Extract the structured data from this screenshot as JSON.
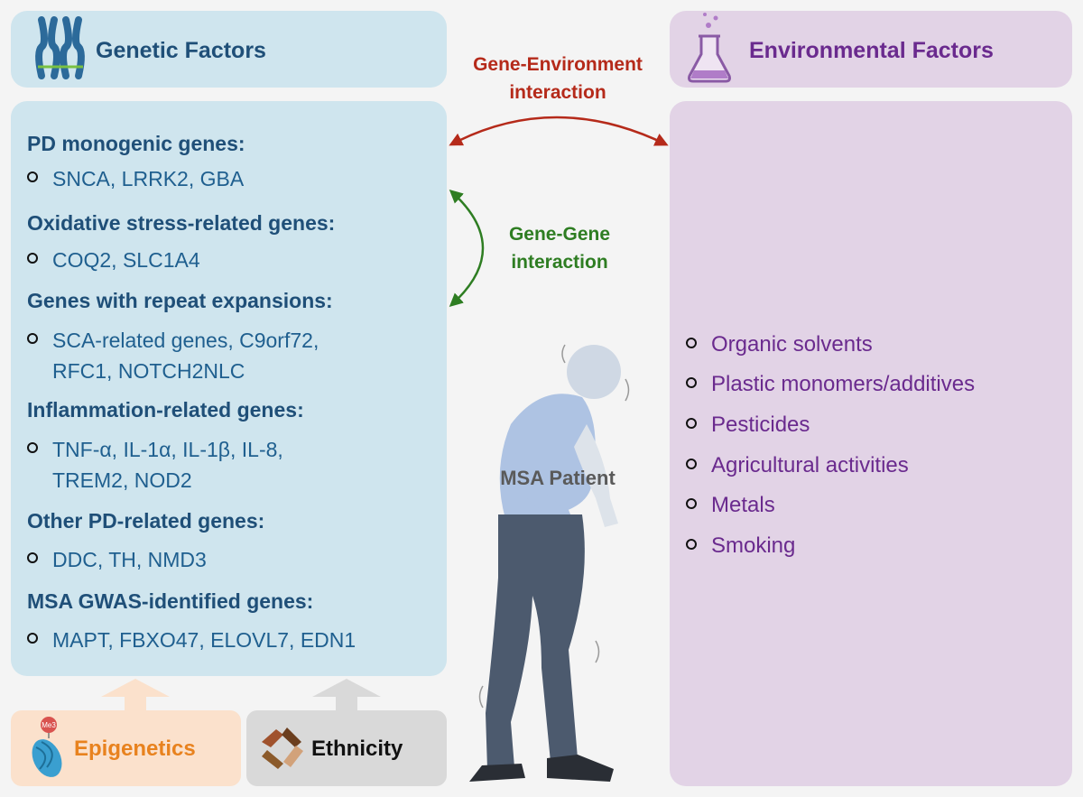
{
  "genetic": {
    "title": "Genetic Factors",
    "icon": "chromosome-icon",
    "color": "#1f4f78",
    "categories": [
      {
        "title": "PD monogenic genes:",
        "lines": [
          "SNCA, LRRK2, GBA"
        ]
      },
      {
        "title": "Oxidative stress-related genes:",
        "lines": [
          "COQ2, SLC1A4"
        ]
      },
      {
        "title": "Genes with repeat expansions:",
        "lines": [
          "SCA-related genes, C9orf72,",
          "RFC1, NOTCH2NLC"
        ]
      },
      {
        "title": "Inflammation-related genes:",
        "lines": [
          "TNF-α, IL-1α, IL-1β, IL-8,",
          "TREM2, NOD2"
        ]
      },
      {
        "title": "Other PD-related genes:",
        "lines": [
          "DDC, TH, NMD3"
        ]
      },
      {
        "title": "MSA GWAS-identified genes:",
        "lines": [
          "MAPT, FBXO47, ELOVL7, EDN1"
        ]
      }
    ]
  },
  "environmental": {
    "title": "Environmental Factors",
    "icon": "flask-icon",
    "color": "#6a2a8e",
    "items": [
      "Organic solvents",
      "Plastic monomers/additives",
      "Pesticides",
      "Agricultural activities",
      "Metals",
      "Smoking"
    ]
  },
  "interactions": {
    "gene_environment": [
      "Gene-Environment",
      "interaction"
    ],
    "gene_gene": [
      "Gene-Gene",
      "interaction"
    ]
  },
  "patient": {
    "label": "MSA Patient"
  },
  "epigenetics": {
    "label": "Epigenetics",
    "badge": "Me3",
    "icon": "nucleosome-icon"
  },
  "ethnicity": {
    "label": "Ethnicity",
    "icon": "diverse-hands-icon"
  },
  "colors": {
    "genetic_bg": "#cfe5ee",
    "environmental_bg": "#e2d3e6",
    "gene_env_arrow": "#b52a1a",
    "gene_gene_arrow": "#2e7d22",
    "epigenetics": "#e8821e"
  }
}
